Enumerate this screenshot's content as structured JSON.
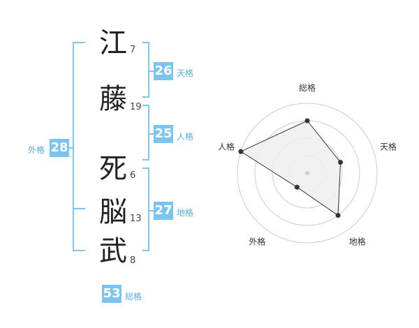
{
  "name": {
    "characters": [
      {
        "char": "江",
        "strokes": "7"
      },
      {
        "char": "藤",
        "strokes": "19"
      },
      {
        "char": "死",
        "strokes": "6"
      },
      {
        "char": "脳",
        "strokes": "13"
      },
      {
        "char": "武",
        "strokes": "8"
      }
    ]
  },
  "fortunes": {
    "tenkaku": {
      "value": "26",
      "label": "天格"
    },
    "jinkaku": {
      "value": "25",
      "label": "人格"
    },
    "chikaku": {
      "value": "27",
      "label": "地格"
    },
    "gaikaku": {
      "value": "28",
      "label": "外格"
    },
    "soukaku": {
      "value": "53",
      "label": "総格"
    }
  },
  "radar": {
    "axes": [
      "総格",
      "天格",
      "地格",
      "外格",
      "人格"
    ],
    "values": [
      0.75,
      0.5,
      0.75,
      0.25,
      1.0
    ],
    "max_rings": 4,
    "colors": {
      "fill": "#eeeeee",
      "stroke": "#333333",
      "ring": "#cccccc",
      "center": "#cccccc"
    }
  }
}
